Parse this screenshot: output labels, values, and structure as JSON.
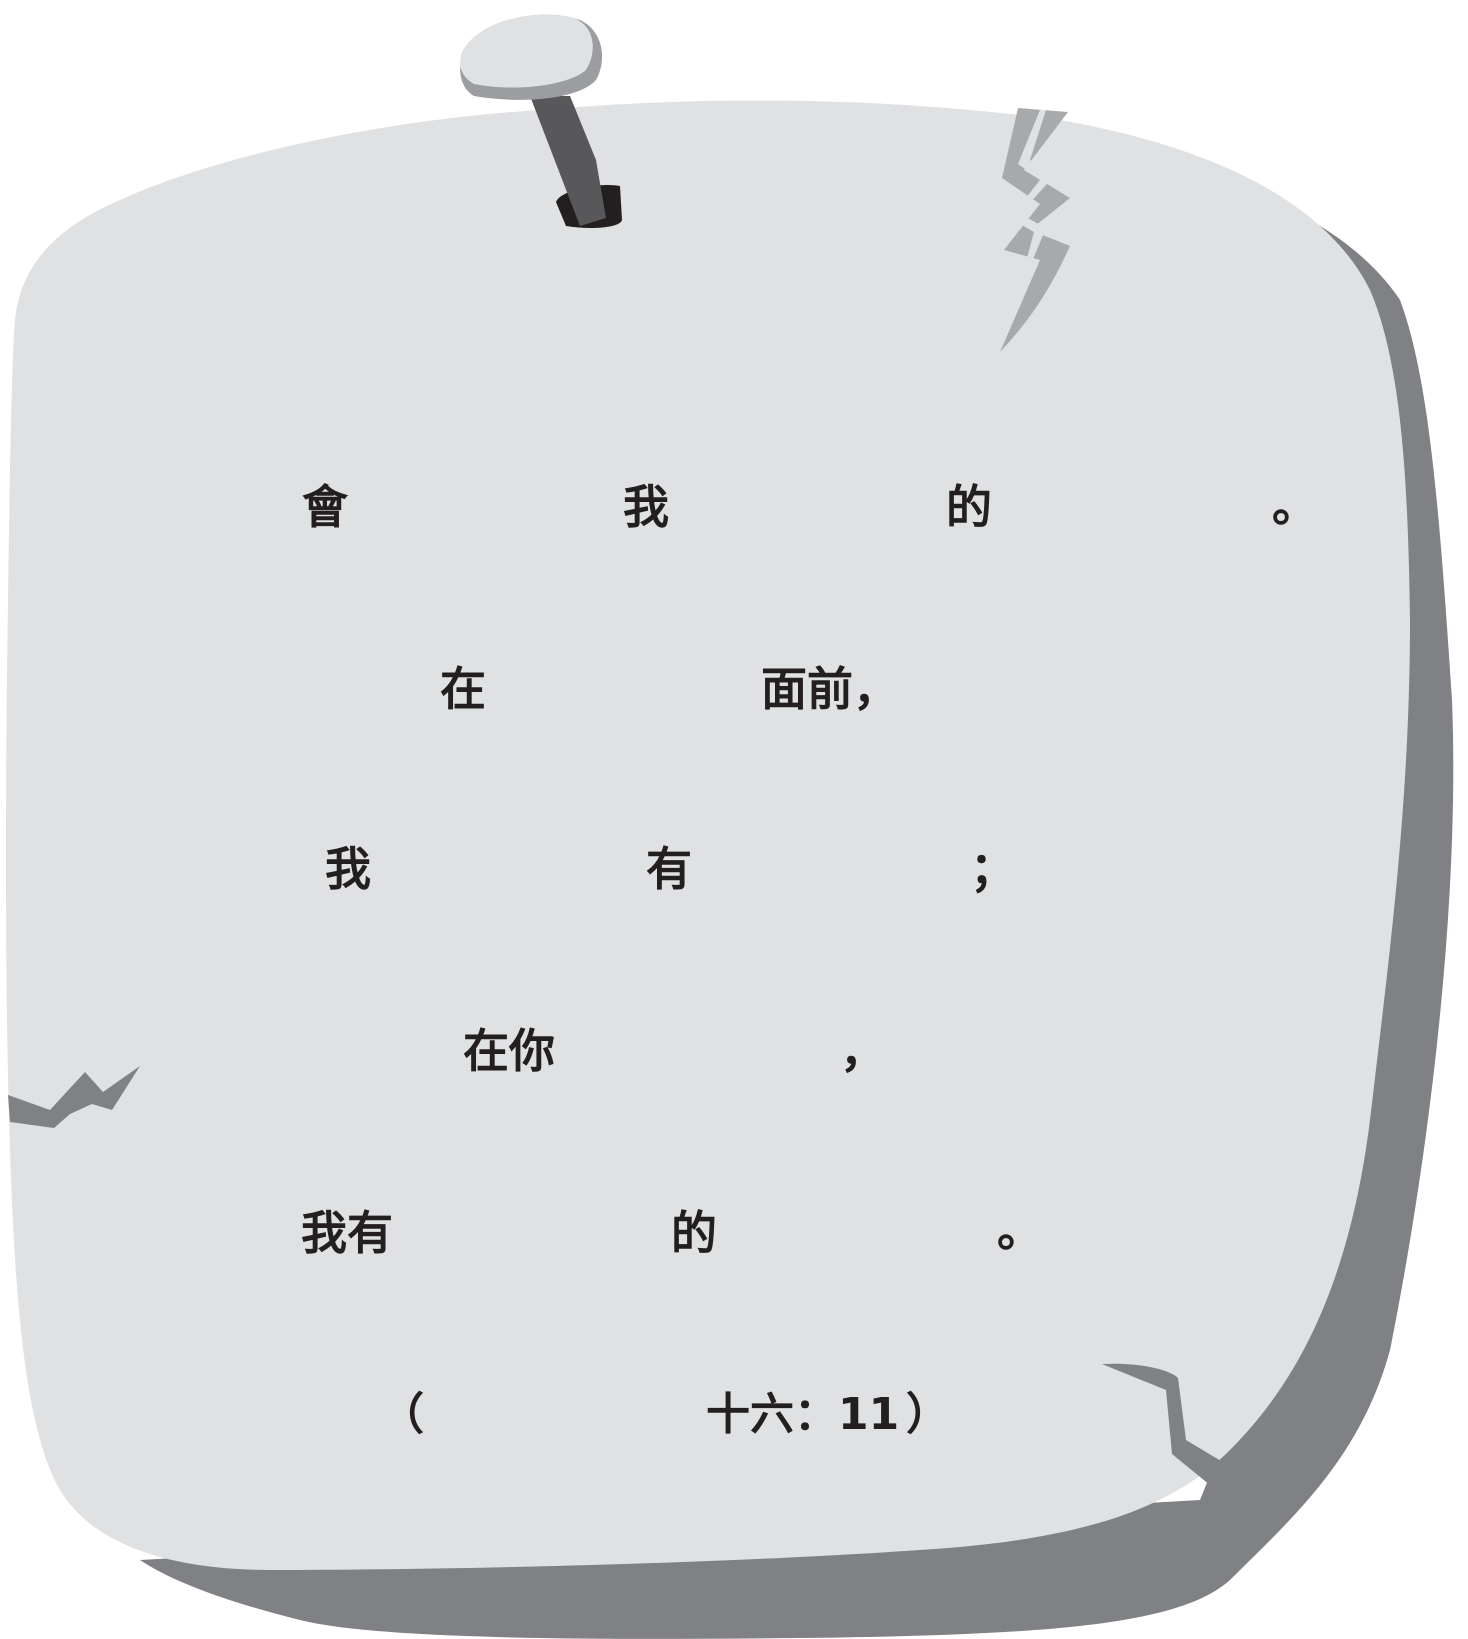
{
  "colors": {
    "board_face": "#e0e1e3",
    "board_shadow": "#808185",
    "crack_light": "#a8a9ab",
    "nail_head": "#e0e1e3",
    "nail_head_shadow": "#9c9da0",
    "nail_shaft": "#58585b",
    "nail_hole": "#231f20",
    "text": "#231f20",
    "background": "#ffffff"
  },
  "icons": {
    "nail": "nail-icon",
    "crack_top_right": "crack-icon",
    "crack_left": "crack-icon",
    "crack_bottom_right": "crack-icon"
  },
  "verse": {
    "line1": {
      "g1": "會",
      "g2": "我",
      "g3": "的",
      "g4": "。"
    },
    "line2": {
      "g1": "在",
      "g2": "面前，"
    },
    "line3": {
      "g1": "我",
      "g2": "有",
      "g3": "；"
    },
    "line4": {
      "g1": "在你",
      "g2": "，"
    },
    "line5": {
      "g1": "我有",
      "g2": "的",
      "g3": "。"
    },
    "reference": {
      "open": "（",
      "chapter_verse": "十六：11",
      "close": "）"
    }
  }
}
